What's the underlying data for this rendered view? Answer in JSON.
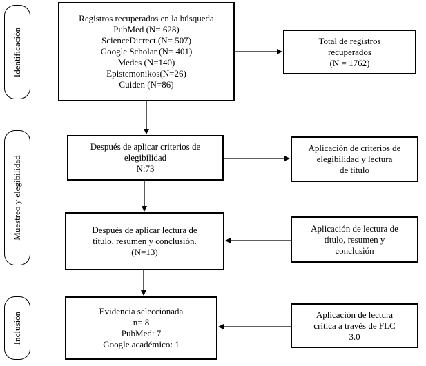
{
  "stages": {
    "identification": "Identificación",
    "screening": "Muestreo y elegibilidad",
    "inclusion": "Inclusión"
  },
  "records_box": {
    "lines": [
      "Registros recuperados en la búsqueda",
      "PubMed (N= 628)",
      "ScienceDicrect (N= 507)",
      "Google Scholar (N= 401)",
      "Medes (N=140)",
      "Epistemonikos(N=26)",
      "Cuiden (N=86)"
    ]
  },
  "total_box": {
    "lines": [
      "Total de registros",
      "recuperados",
      "(N = 1762)"
    ]
  },
  "eligibility_box": {
    "lines": [
      "Después de aplicar criterios de",
      "elegibilidad",
      "N:73"
    ]
  },
  "eligibility_note": {
    "lines": [
      "Aplicación de criterios de",
      "elegibilidad y lectura",
      "de título"
    ]
  },
  "reading_box": {
    "lines": [
      "Después de aplicar lectura de",
      "título, resumen y conclusión.",
      "(N=13)"
    ]
  },
  "reading_note": {
    "lines": [
      "Aplicación de lectura de",
      "título, resumen y",
      "conclusión"
    ]
  },
  "evidence_box": {
    "lines": [
      "Evidencia seleccionada",
      "n= 8",
      "PubMed: 7",
      "Google académico: 1"
    ]
  },
  "critical_note": {
    "lines": [
      "Aplicación de lectura",
      "crítica a través de FLC",
      "3.0"
    ]
  }
}
